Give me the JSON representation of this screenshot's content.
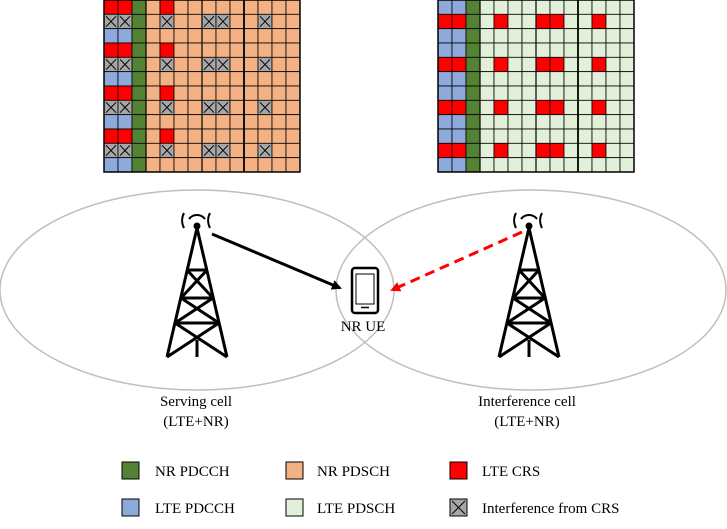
{
  "colors": {
    "nr_pdcch": "#548235",
    "nr_pdsch": "#F4B183",
    "lte_pdcch": "#8EA9DB",
    "lte_pdsch": "#E2F0D9",
    "lte_crs": "#FF0000",
    "interference": "#A6A6A6",
    "grid_line": "#000000",
    "cell_border": "#BFBFBF",
    "signal_serving": "#000000",
    "signal_interference": "#FF0000"
  },
  "labels": {
    "ue": "NR UE",
    "serving_cell_name": "Serving cell",
    "serving_cell_sub": "(LTE+NR)",
    "interference_cell_name": "Interference cell",
    "interference_cell_sub": "(LTE+NR)"
  },
  "legend": [
    {
      "key": "nr_pdcch",
      "label": "NR PDCCH"
    },
    {
      "key": "nr_pdsch",
      "label": "NR PDSCH"
    },
    {
      "key": "lte_crs",
      "label": "LTE CRS"
    },
    {
      "key": "lte_pdcch",
      "label": "LTE PDCCH"
    },
    {
      "key": "lte_pdsch",
      "label": "LTE PDSCH"
    },
    {
      "key": "interference",
      "label": "Interference from CRS"
    }
  ],
  "grids": {
    "rows": 12,
    "cols": 14,
    "serving": {
      "control": [
        {
          "col": 0,
          "type": "lte_pdcch"
        },
        {
          "col": 1,
          "type": "lte_pdcch"
        },
        {
          "col": 2,
          "type": "nr_pdcch"
        }
      ],
      "data_type": "nr_pdsch",
      "own_crs": [
        {
          "col": 0,
          "rows": [
            0,
            3,
            6,
            9
          ]
        },
        {
          "col": 1,
          "rows": [
            0,
            3,
            6,
            9
          ]
        },
        {
          "col": 4,
          "rows": [
            0,
            3,
            6,
            9
          ]
        }
      ],
      "interference": [
        {
          "col": 0,
          "rows": [
            1,
            4,
            7,
            10
          ]
        },
        {
          "col": 1,
          "rows": [
            1,
            4,
            7,
            10
          ]
        },
        {
          "col": 4,
          "rows": [
            1,
            4,
            7,
            10
          ]
        },
        {
          "col": 7,
          "rows": [
            1,
            4,
            7,
            10
          ]
        },
        {
          "col": 8,
          "rows": [
            1,
            4,
            7,
            10
          ]
        },
        {
          "col": 11,
          "rows": [
            1,
            4,
            7,
            10
          ]
        }
      ]
    },
    "interferer": {
      "control": [
        {
          "col": 0,
          "type": "lte_pdcch"
        },
        {
          "col": 1,
          "type": "lte_pdcch"
        },
        {
          "col": 2,
          "type": "nr_pdcch"
        }
      ],
      "data_type": "lte_pdsch",
      "own_crs": [
        {
          "col": 0,
          "rows": [
            1,
            4,
            7,
            10
          ]
        },
        {
          "col": 1,
          "rows": [
            1,
            4,
            7,
            10
          ]
        },
        {
          "col": 4,
          "rows": [
            1,
            4,
            7,
            10
          ]
        },
        {
          "col": 7,
          "rows": [
            1,
            4,
            7,
            10
          ]
        },
        {
          "col": 8,
          "rows": [
            1,
            4,
            7,
            10
          ]
        },
        {
          "col": 11,
          "rows": [
            1,
            4,
            7,
            10
          ]
        }
      ],
      "interference": []
    }
  }
}
